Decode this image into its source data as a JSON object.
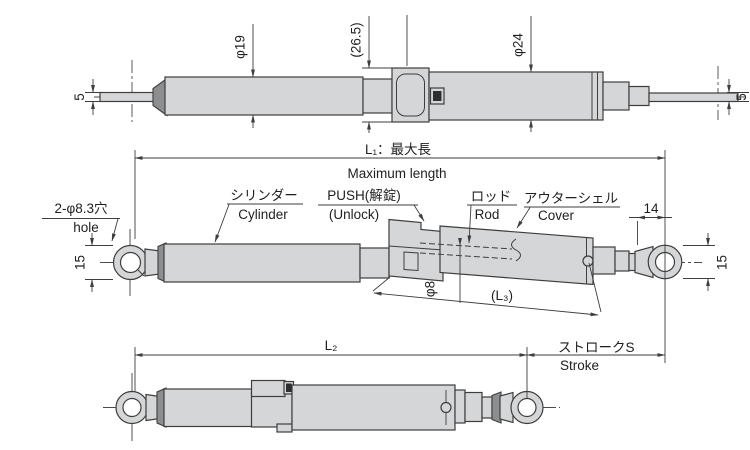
{
  "drawing": {
    "kind": "technical-drawing",
    "subject": "lockable gas spring / push-unlock damper, 3 orthographic views",
    "views": [
      "top-rod-end-view-extended",
      "middle-side-view-extended",
      "bottom-side-view-compressed"
    ]
  },
  "labels": {
    "top": {
      "dim5_left": "5",
      "dia19": "φ19",
      "dim265": "(26.5)",
      "dia24": "φ24",
      "dim5_right": "5"
    },
    "mid": {
      "l1_jp": "L₁：最大長",
      "l1_en": "Maximum length",
      "hole_jp": "2-φ8.3穴",
      "hole_en": "hole",
      "cyl_jp": "シリンダー",
      "cyl_en": "Cylinder",
      "push_jp": "PUSH(解錠)",
      "push_en": "(Unlock)",
      "rod_jp": "ロッド",
      "rod_en": "Rod",
      "cover_jp": "アウターシェル",
      "cover_en": "Cover",
      "dim14": "14",
      "dim15_left": "15",
      "dim15_right": "15",
      "dia8": "φ8",
      "l3": "(L₃)"
    },
    "bot": {
      "l2": "L₂",
      "stroke_jp": "ストロークS",
      "stroke_en": "Stroke"
    }
  },
  "colors": {
    "background": "#ffffff",
    "part_fill": "#d5d6d7",
    "dark_fill": "#8d8e90",
    "line": "#3e3e3e"
  }
}
